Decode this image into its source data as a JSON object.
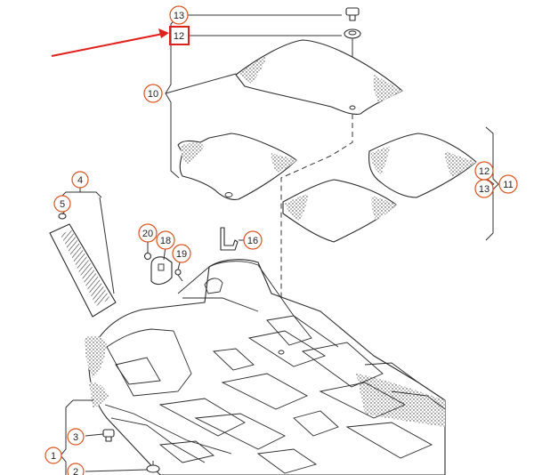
{
  "colors": {
    "callout_circle": "#d9531e",
    "highlight_box": "#e0201b",
    "arrow": "#e0201b",
    "line_art": "#2b2b2b"
  },
  "callouts": {
    "c13_top": "13",
    "c12_top": "12",
    "c10": "10",
    "c4": "4",
    "c5": "5",
    "c20": "20",
    "c18": "18",
    "c19": "19",
    "c16": "16",
    "c12_right": "12",
    "c13_right": "13",
    "c11": "11",
    "c3": "3",
    "c1": "1",
    "c2": "2"
  },
  "highlighted_callout": "12",
  "icons": {
    "pointer": "red-arrow-icon"
  }
}
